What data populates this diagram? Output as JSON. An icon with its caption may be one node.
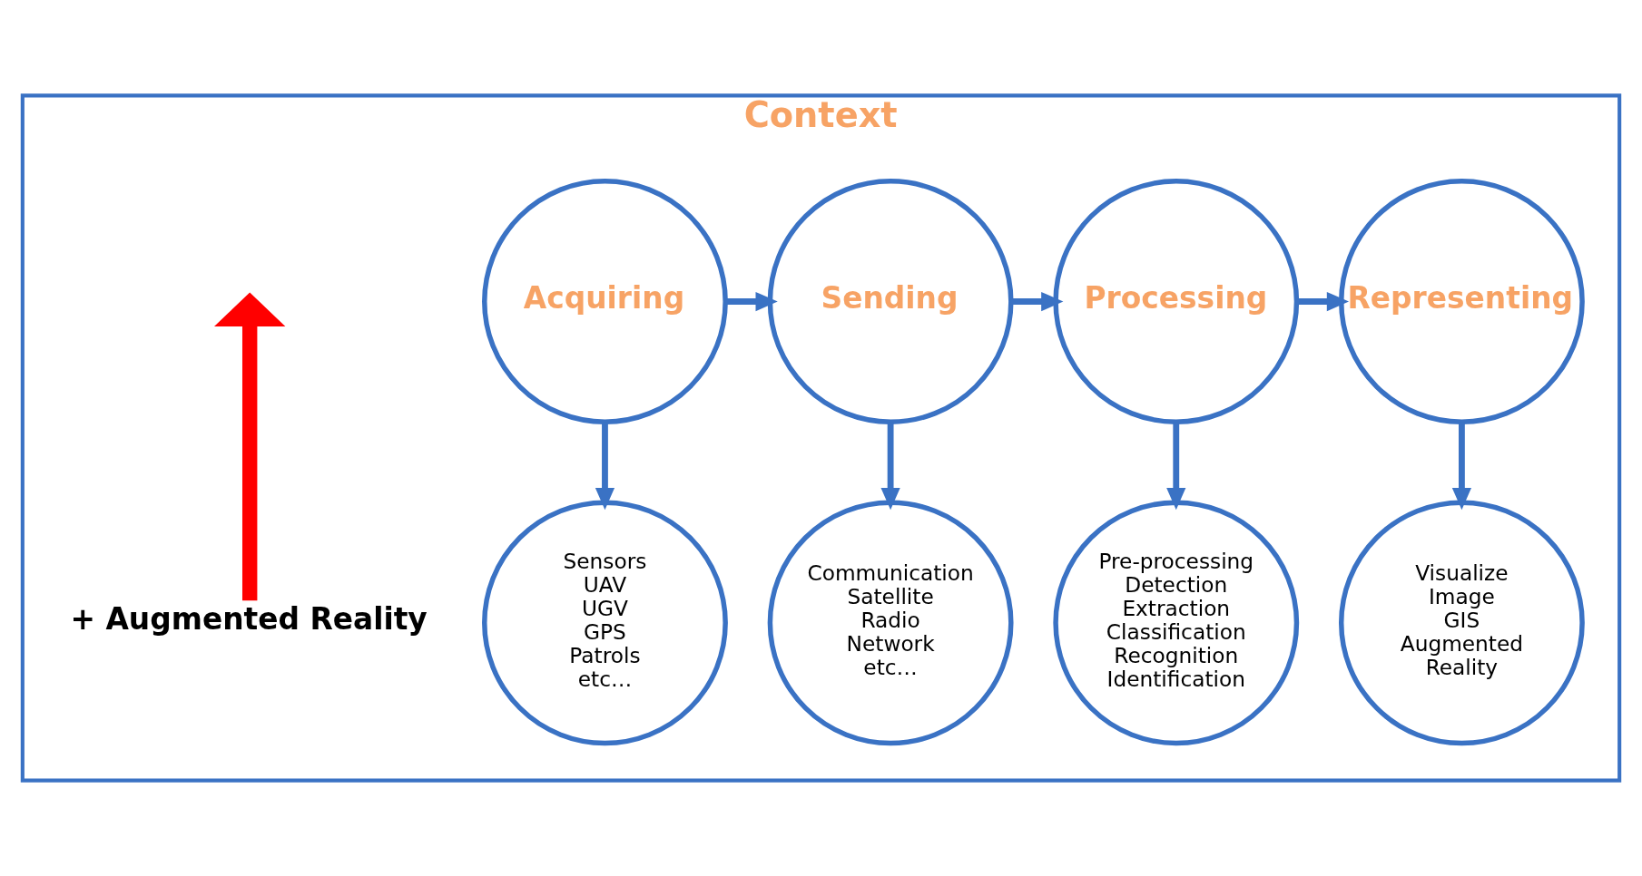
{
  "diagram": {
    "nodes": [
      {
        "text": [
          "Context"
        ]
      },
      {
        "text": [
          "Acquiring"
        ],
        "in": 0
      },
      {
        "text": [
          "Sending"
        ],
        "in": 0
      },
      {
        "text": [
          "Processing"
        ],
        "in": 0
      },
      {
        "text": [
          "Representing"
        ],
        "in": 0
      },
      {
        "text": [
          "Sensors",
          "UAV",
          "UGV",
          "GPS",
          "Patrols",
          "etc…"
        ],
        "in": 0
      },
      {
        "text": [
          "Communication",
          "Satellite",
          "Radio",
          "Network",
          "etc…"
        ],
        "in": 0
      },
      {
        "text": [
          "Pre-processing",
          "Detection",
          "Extraction",
          "Classification",
          "Recognition",
          "Identification"
        ],
        "in": 0
      },
      {
        "text": [
          "Visualize",
          "Image",
          "GIS",
          "Augmented",
          "Reality"
        ],
        "in": 0
      },
      {
        "text": [
          "+ Augmented Reality"
        ],
        "in": 0
      }
    ],
    "edges": [
      {
        "from": 1,
        "to": 2,
        "arrow": "to"
      },
      {
        "from": 2,
        "to": 3,
        "arrow": "to"
      },
      {
        "from": 3,
        "to": 4,
        "arrow": "to"
      },
      {
        "from": 1,
        "to": 5,
        "arrow": "to"
      },
      {
        "from": 2,
        "to": 6,
        "arrow": "to"
      },
      {
        "from": 3,
        "to": 7,
        "arrow": "to"
      },
      {
        "from": 4,
        "to": 8,
        "arrow": "to"
      },
      {
        "from": 9,
        "to": null,
        "arrow": "to",
        "style": "thick",
        "color": "#ff0000"
      }
    ]
  }
}
